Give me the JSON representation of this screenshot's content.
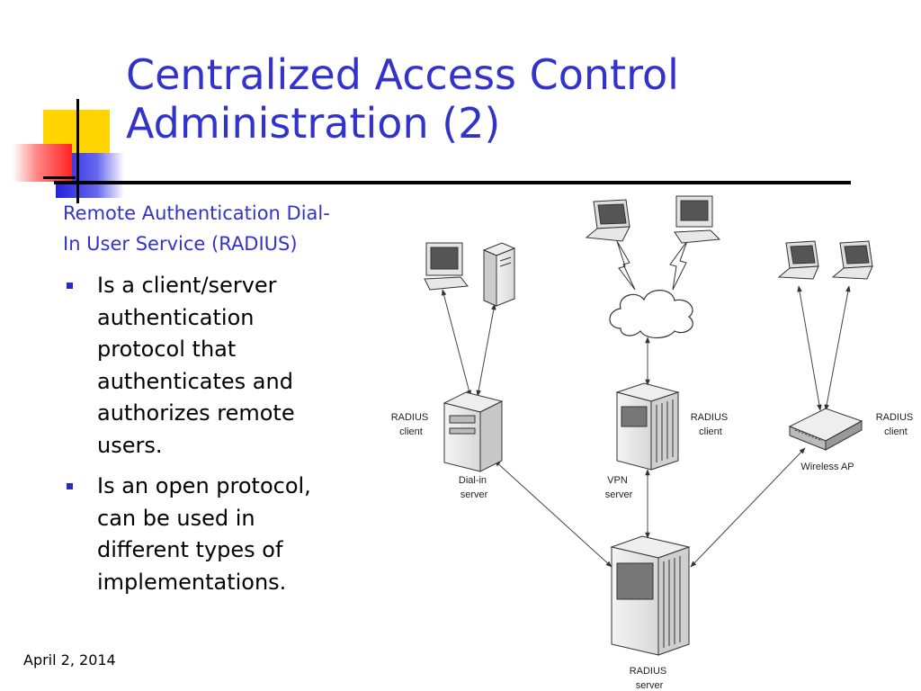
{
  "slide": {
    "title_lines": [
      "Centralized Access Control",
      "Administration (2)"
    ],
    "subheading_lines": [
      "Remote Authentication Dial-",
      "In User Service (RADIUS)"
    ],
    "bullets": [
      {
        "lines": [
          "Is a client/server",
          "authentication",
          "protocol that",
          "authenticates and",
          "authorizes remote",
          "users."
        ]
      },
      {
        "lines": [
          "Is an open protocol,",
          "can be used in",
          "different types of",
          "implementations."
        ]
      }
    ],
    "footer_date": "April 2, 2014",
    "accent_color": "#3333cc"
  },
  "diagram": {
    "labels": {
      "radius_client_left": [
        "RADIUS",
        "client"
      ],
      "radius_client_mid": [
        "RADIUS",
        "client"
      ],
      "radius_client_right": [
        "RADIUS",
        "client"
      ],
      "dialin_server": [
        "Dial-in",
        "server"
      ],
      "vpn_server": [
        "VPN",
        "server"
      ],
      "wireless_ap": [
        "Wireless AP"
      ],
      "radius_server": [
        "RADIUS",
        "server"
      ]
    }
  }
}
